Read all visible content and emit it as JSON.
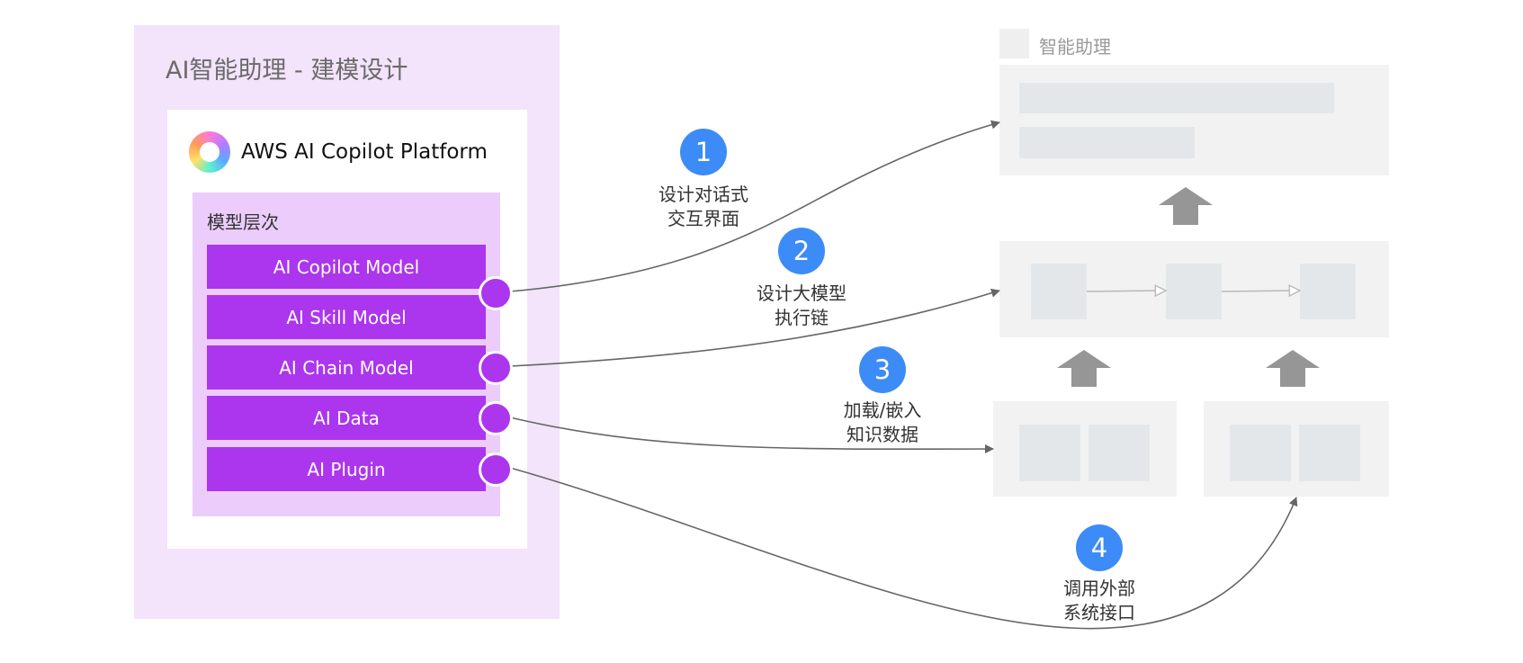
{
  "left_panel": {
    "title": "AI智能助理 - 建模设计",
    "platform_name": "AWS AI Copilot Platform",
    "logo_icon": "gradient-ring-logo-icon",
    "layer_title": "模型层次",
    "models": [
      {
        "label": "AI Copilot Model"
      },
      {
        "label": "AI Skill Model"
      },
      {
        "label": "AI Chain Model"
      },
      {
        "label": "AI Data"
      },
      {
        "label": "AI Plugin"
      }
    ]
  },
  "right_panel": {
    "assistant_label": "智能助理"
  },
  "steps": [
    {
      "number": "1",
      "line1": "设计对话式",
      "line2": "交互界面"
    },
    {
      "number": "2",
      "line1": "设计大模型",
      "line2": "执行链"
    },
    {
      "number": "3",
      "line1": "加载/嵌入",
      "line2": "知识数据"
    },
    {
      "number": "4",
      "line1": "调用外部",
      "line2": "系统接口"
    }
  ],
  "colors": {
    "outer_panel": "#f3e3fb",
    "layer_box": "#ebccfb",
    "model_bar": "#ac35ee",
    "badge": "#3d8bf6",
    "placeholder": "#f2f2f2",
    "placeholder_inner": "#e4e7ea",
    "up_arrow": "#969696",
    "curve": "#666666"
  }
}
